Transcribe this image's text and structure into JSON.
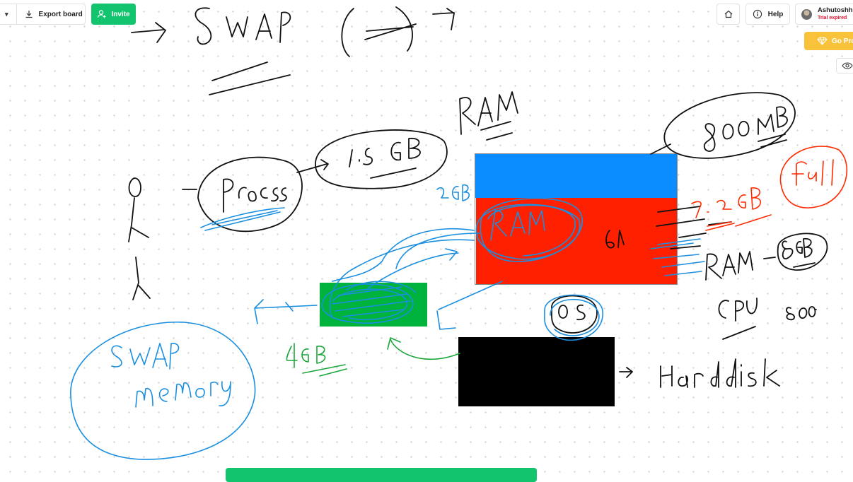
{
  "toolbar": {
    "export_label": "Export board",
    "invite_label": "Invite",
    "help_label": "Help",
    "user_name": "Ashutoshh S",
    "user_status": "Trial expired",
    "go_pro_label": "Go Pro"
  },
  "colors": {
    "accent_green": "#12c46d",
    "pro_yellow": "#f8c33a",
    "trial_red": "#e0112b",
    "ram_blue": "#0a8cff",
    "ram_red": "#ff2000",
    "swap_green": "#00b33c",
    "disk_black": "#000000",
    "ink_blue": "#1a8fe0",
    "ink_red": "#ff2a00",
    "ink_green": "#1aa63a"
  },
  "icons": [
    "chevron-down-icon",
    "download-icon",
    "add-user-icon",
    "home-icon",
    "info-icon",
    "diamond-icon",
    "eye-icon"
  ],
  "board_shapes": [
    {
      "name": "ram-blue-rect",
      "fill": "#0a8cff"
    },
    {
      "name": "ram-red-rect",
      "fill": "#ff2000"
    },
    {
      "name": "swap-green-rect",
      "fill": "#00b33c"
    },
    {
      "name": "hard-disk-black-rect",
      "fill": "#000000"
    }
  ]
}
